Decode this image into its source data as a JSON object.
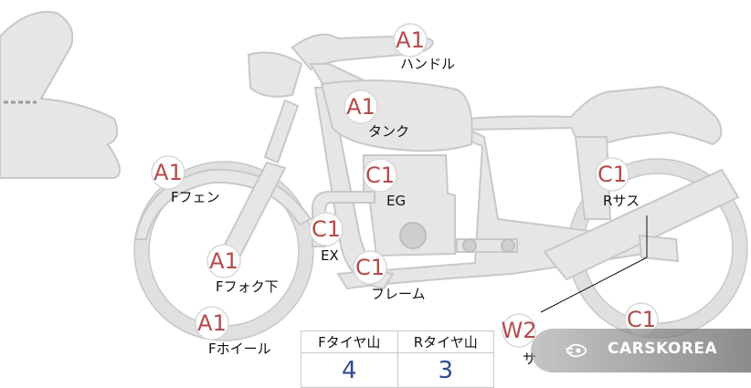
{
  "badges": [
    {
      "id": "handle",
      "code": "A1",
      "label": "ハンドル"
    },
    {
      "id": "tank",
      "code": "A1",
      "label": "タンク"
    },
    {
      "id": "fender",
      "code": "A1",
      "label": "Fフェン"
    },
    {
      "id": "engine",
      "code": "C1",
      "label": "EG"
    },
    {
      "id": "rear-suspension",
      "code": "C1",
      "label": "Rサス"
    },
    {
      "id": "exhaust",
      "code": "C1",
      "label": "EX"
    },
    {
      "id": "front-fork",
      "code": "A1",
      "label": "Fフォク下"
    },
    {
      "id": "frame",
      "code": "C1",
      "label": "フレーム"
    },
    {
      "id": "front-wheel",
      "code": "A1",
      "label": "Fホイール"
    },
    {
      "id": "muffler",
      "code": "W2",
      "label": "サ"
    },
    {
      "id": "rear-wheel",
      "code": "C1",
      "label": ""
    }
  ],
  "tread_table": {
    "headers": [
      "Fタイヤ山",
      "Rタイヤ山"
    ],
    "values": [
      "4",
      "3"
    ]
  },
  "watermark": {
    "brand": "CARSKOREA",
    "icon": "carskorea-logo-icon"
  },
  "colors": {
    "badge_text": "#b24a4a",
    "table_value": "#2e4b8f",
    "part_fill": "#e6e6e6"
  }
}
